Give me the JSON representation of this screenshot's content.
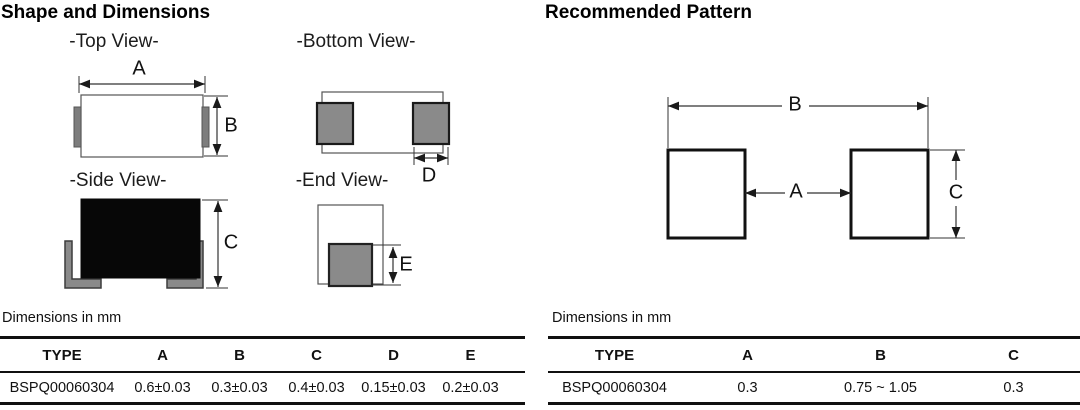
{
  "shape_section": {
    "title": "Shape and Dimensions",
    "view_labels": {
      "top": "-Top View-",
      "bottom": "-Bottom View-",
      "side": "-Side View-",
      "end": "-End View-"
    },
    "dim_letters": {
      "a": "A",
      "b": "B",
      "c": "C",
      "d": "D",
      "e": "E"
    },
    "units_note": "Dimensions in mm",
    "table": {
      "headers": [
        "TYPE",
        "A",
        "B",
        "C",
        "D",
        "E"
      ],
      "rows": [
        [
          "BSPQ00060304",
          "0.6±0.03",
          "0.3±0.03",
          "0.4±0.03",
          "0.15±0.03",
          "0.2±0.03"
        ]
      ]
    }
  },
  "pattern_section": {
    "title": "Recommended Pattern",
    "dim_letters": {
      "a": "A",
      "b": "B",
      "c": "C"
    },
    "units_note": "Dimensions in mm",
    "table": {
      "headers": [
        "TYPE",
        "A",
        "B",
        "C"
      ],
      "rows": [
        [
          "BSPQ00060304",
          "0.3",
          "0.75 ~ 1.05",
          "0.3"
        ]
      ]
    }
  },
  "colors": {
    "terminal_gray": "#8a8a8a",
    "strip_gray": "#7d7d7d",
    "body_black": "#070707",
    "line_dark": "#1a1a1a"
  }
}
